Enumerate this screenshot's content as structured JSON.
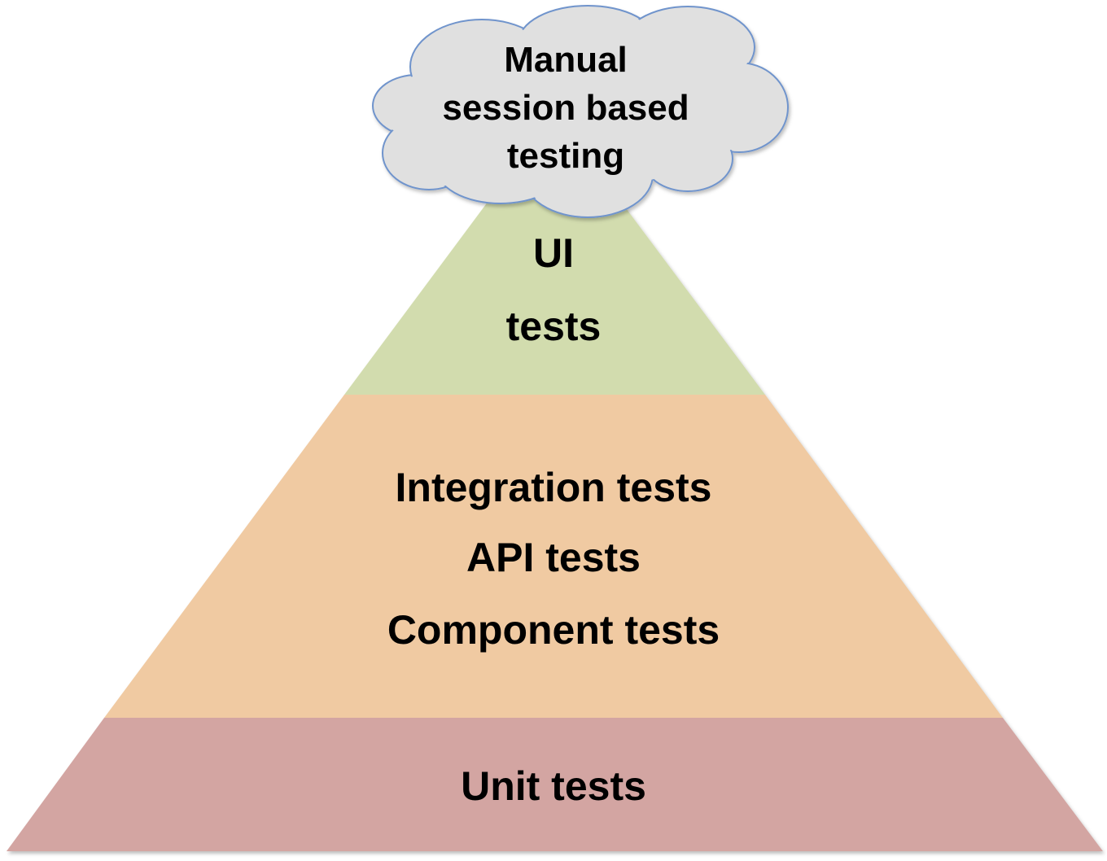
{
  "cloud": {
    "lines": [
      "Manual",
      "session based",
      "testing"
    ],
    "fill": "#e0e0e0",
    "stroke": "#7094cc"
  },
  "levels": {
    "ui": {
      "lines": [
        "UI",
        "tests"
      ],
      "color": "#d2dcae"
    },
    "middle": {
      "lines": [
        "Integration tests",
        "API tests",
        "Component tests"
      ],
      "color": "#f0caa2"
    },
    "unit": {
      "lines": [
        "Unit tests"
      ],
      "color": "#d3a5a2"
    }
  }
}
